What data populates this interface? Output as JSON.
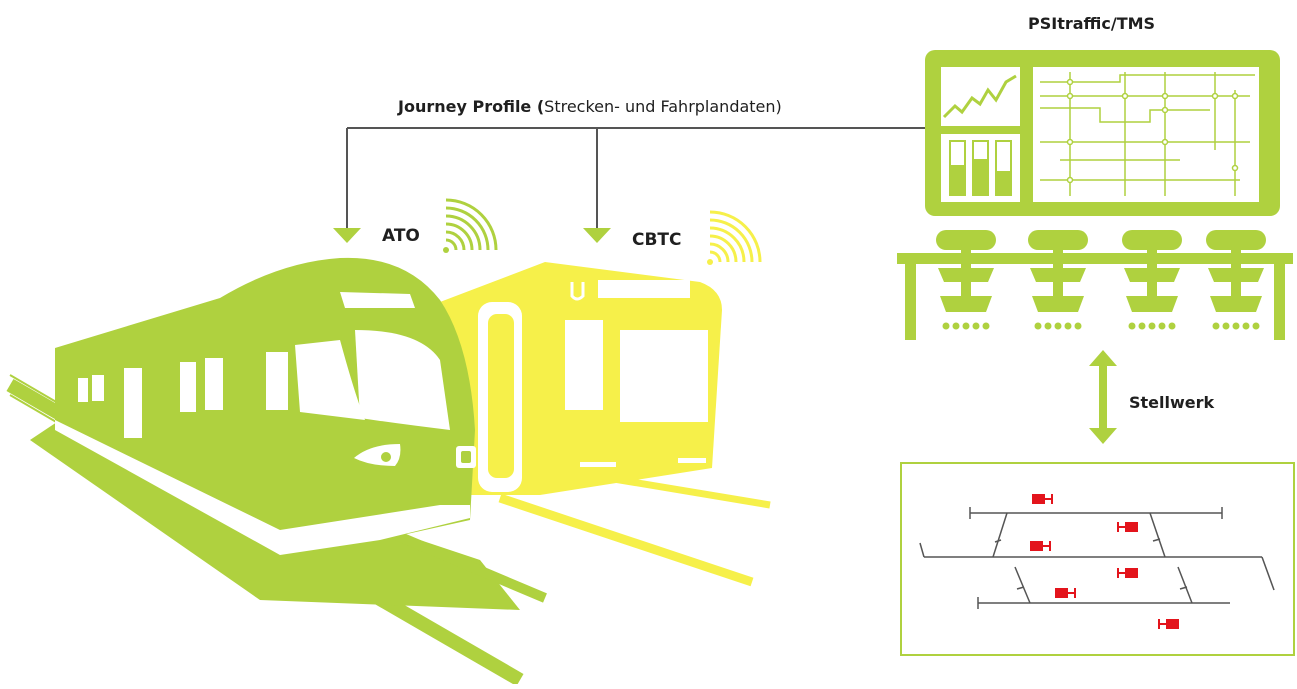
{
  "colors": {
    "green": "#afd13f",
    "yellow": "#f6f04a",
    "red": "#e3141c",
    "line": "#555555",
    "text": "#1f1f1f"
  },
  "tms": {
    "title": "PSItraffic/TMS"
  },
  "journey": {
    "bold": "Journey Profile (",
    "rest": "Strecken- und Fahrplandaten)"
  },
  "ato": {
    "label": "ATO"
  },
  "cbtc": {
    "label": "CBTC"
  },
  "interlocking": {
    "label": "Stellwerk"
  },
  "icons": [
    "signal-waves-icon",
    "chart-icon",
    "bar-gauge-icon",
    "network-map-icon",
    "chair-icon",
    "signal-icon",
    "train-icon"
  ]
}
